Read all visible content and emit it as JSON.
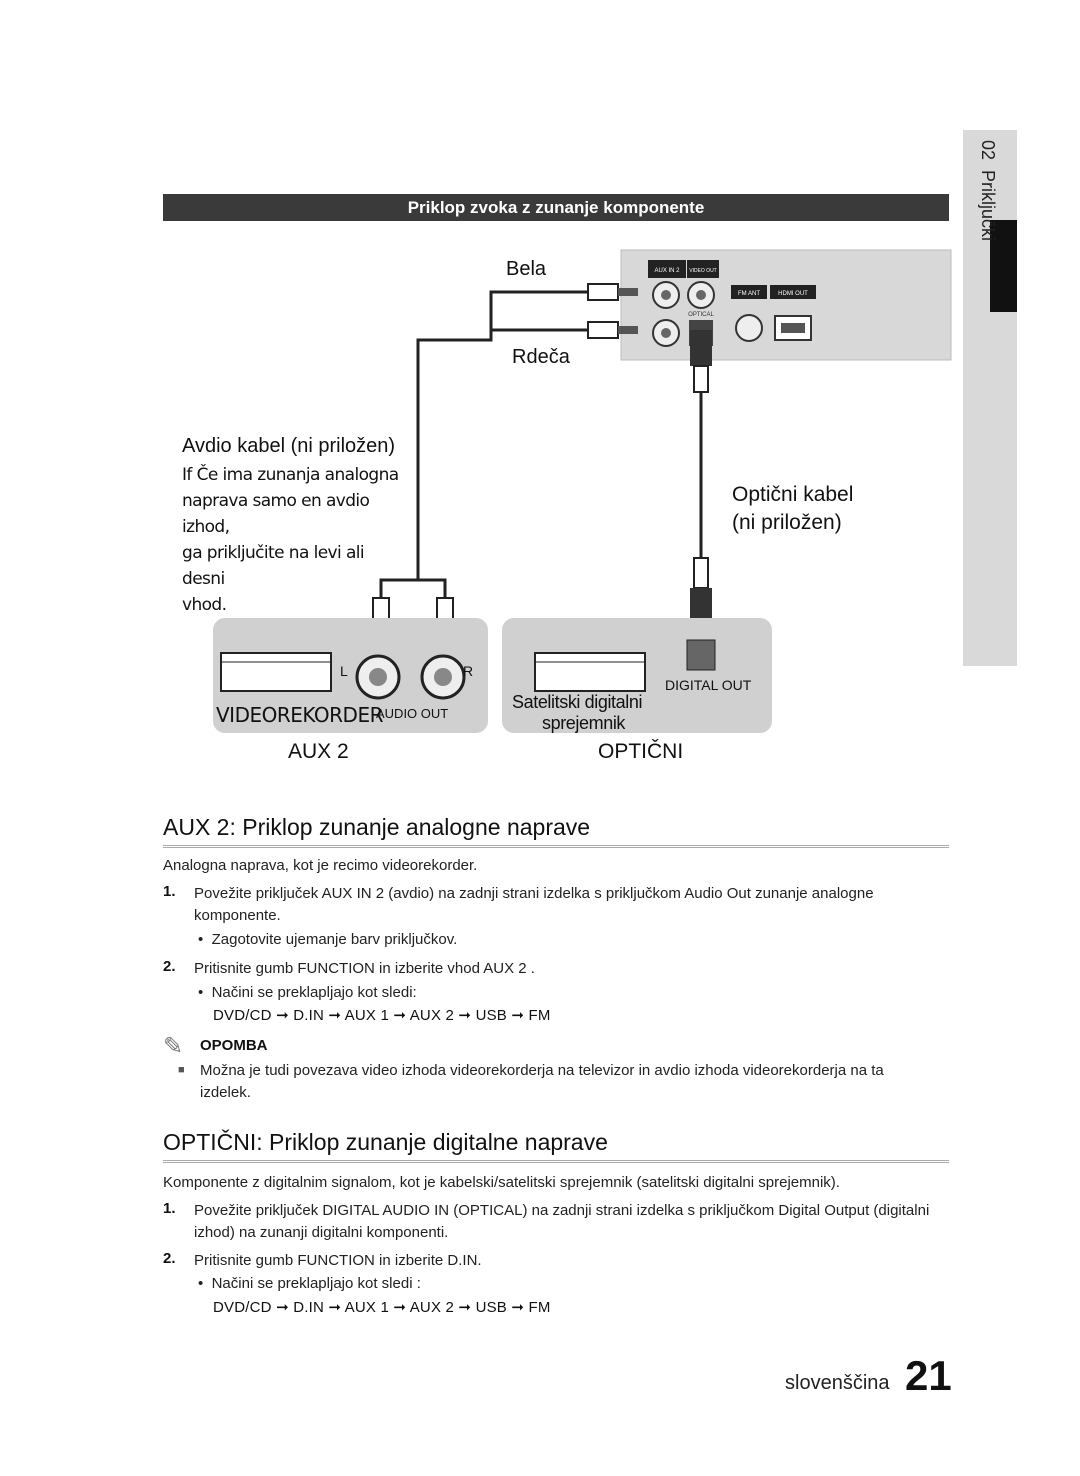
{
  "side_tab": {
    "number": "02",
    "label": "Priključki"
  },
  "banner": "Priklop zvoka z zunanje komponente",
  "diagram": {
    "bela": "Bela",
    "rdeca": "Rdeča",
    "cable_title": "Avdio kabel",
    "cable_title_note": " (ni priložen)",
    "cable_note": [
      "If Če ima zunanja analogna",
      "naprava samo en avdio izhod,",
      "ga priključite na levi ali desni",
      "vhod."
    ],
    "optical_cable": "Optični kabel",
    "optical_cable_note": "(ni priložen)",
    "panel_aux_in": "AUX IN 2",
    "panel_video_out": "VIDEO OUT",
    "panel_fm_ant": "FM ANT",
    "panel_hdmi_out": "HDMI OUT",
    "panel_optical": "OPTICAL",
    "vcr_label": "VIDEOREKORDER",
    "audio_out": "AUDIO OUT",
    "l": "L",
    "r": "R",
    "sat_label_1": "Satelitski digitalni",
    "sat_label_2": "sprejemnik",
    "digital_out": "DIGITAL OUT",
    "aux2": "AUX 2",
    "opticni": "OPTIČNI"
  },
  "section1": {
    "heading": "AUX 2: Priklop zunanje analogne naprave",
    "intro": "Analogna naprava, kot je recimo videorekorder.",
    "step1_num": "1.",
    "step1_a": "Povežite priključek ",
    "step1_b": "AUX IN 2",
    "step1_c": " (avdio) na zadnji strani izdelka s priključkom Audio Out zunanje analogne komponente.",
    "step1_bullet": "Zagotovite ujemanje barv priključkov.",
    "step2_num": "2.",
    "step2_a": "Pritisnite gumb ",
    "step2_b": "FUNCTION",
    "step2_c": " in izberite vhod ",
    "step2_d": "AUX 2",
    "step2_e": " .",
    "step2_bullet": "Načini se preklapljajo kot sledi:",
    "sequence": "DVD/CD ➞ D.IN ➞ AUX 1 ➞ AUX 2 ➞ USB ➞ FM",
    "note_title": "OPOMBA",
    "note_text": "Možna je tudi povezava video izhoda videorekorderja na televizor in avdio izhoda videorekorderja na ta izdelek."
  },
  "section2": {
    "heading": "OPTIČNI: Priklop zunanje digitalne naprave",
    "intro": "Komponente z digitalnim signalom, kot je kabelski/satelitski sprejemnik (satelitski digitalni sprejemnik).",
    "step1_num": "1.",
    "step1_a": "Povežite priključek ",
    "step1_b": "DIGITAL AUDIO IN (OPTICAL",
    "step1_c": ") na zadnji strani izdelka s priključkom Digital Output (digitalni izhod) na zunanji digitalni komponenti.",
    "step2_num": "2.",
    "step2_a": "Pritisnite gumb ",
    "step2_b": "FUNCTION",
    "step2_c": " in izberite ",
    "step2_d": "D.IN",
    "step2_e": ".",
    "step2_bullet": "Načini se preklapljajo kot sledi :",
    "sequence": "DVD/CD ➞ D.IN ➞ AUX 1 ➞ AUX 2 ➞ USB ➞ FM"
  },
  "footer": {
    "language": "slovenščina",
    "page": "21"
  }
}
